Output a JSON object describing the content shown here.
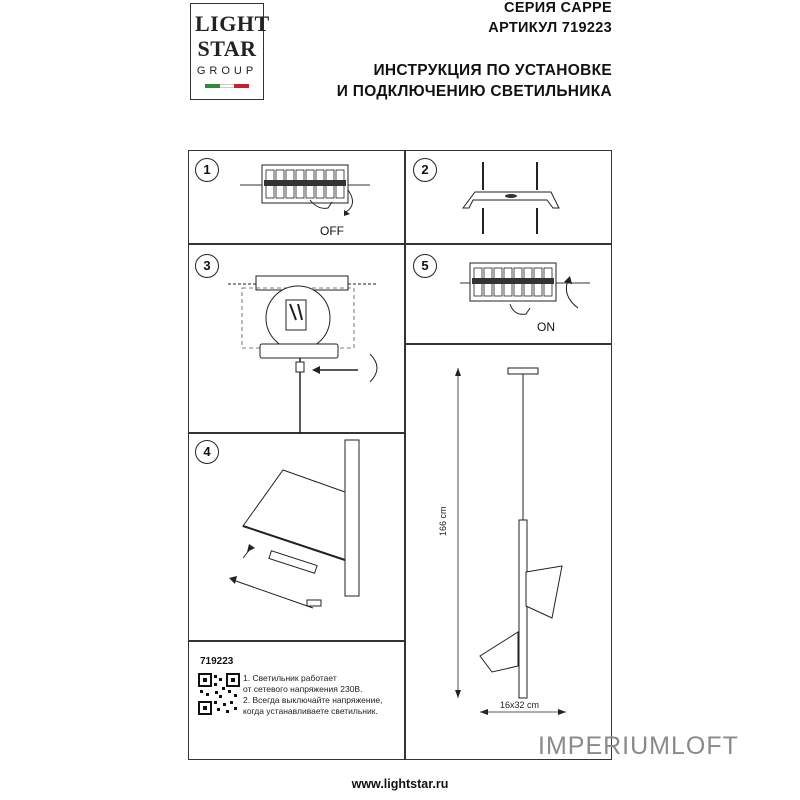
{
  "logo": {
    "line1": "LIGHT",
    "line2": "STAR",
    "line3": "GROUP",
    "flag_colors": [
      "#2e8b3a",
      "#ffffff",
      "#c8202a"
    ]
  },
  "header": {
    "series": "СЕРИЯ CAPPE",
    "article": "АРТИКУЛ 719223",
    "title_line1": "ИНСТРУКЦИЯ ПО УСТАНОВКЕ",
    "title_line2": "И ПОДКЛЮЧЕНИЮ СВЕТИЛЬНИКА"
  },
  "steps": {
    "s1": {
      "number": "1",
      "label": "OFF"
    },
    "s2": {
      "number": "2"
    },
    "s3": {
      "number": "3"
    },
    "s4": {
      "number": "4"
    },
    "s5": {
      "number": "5",
      "label": "ON"
    }
  },
  "dimensions": {
    "height": "166 cm",
    "width": "16x32 cm"
  },
  "product": {
    "code": "719223",
    "note1_line1": "1. Светильник работает",
    "note1_line2": "от сетевого напряжения 230В.",
    "note2_line1": "2. Всегда выключайте напряжение,",
    "note2_line2": "когда устанавливаете светильник."
  },
  "footer": {
    "url": "www.lightstar.ru"
  },
  "watermark": {
    "text": "IMPERIUMLOFT"
  }
}
